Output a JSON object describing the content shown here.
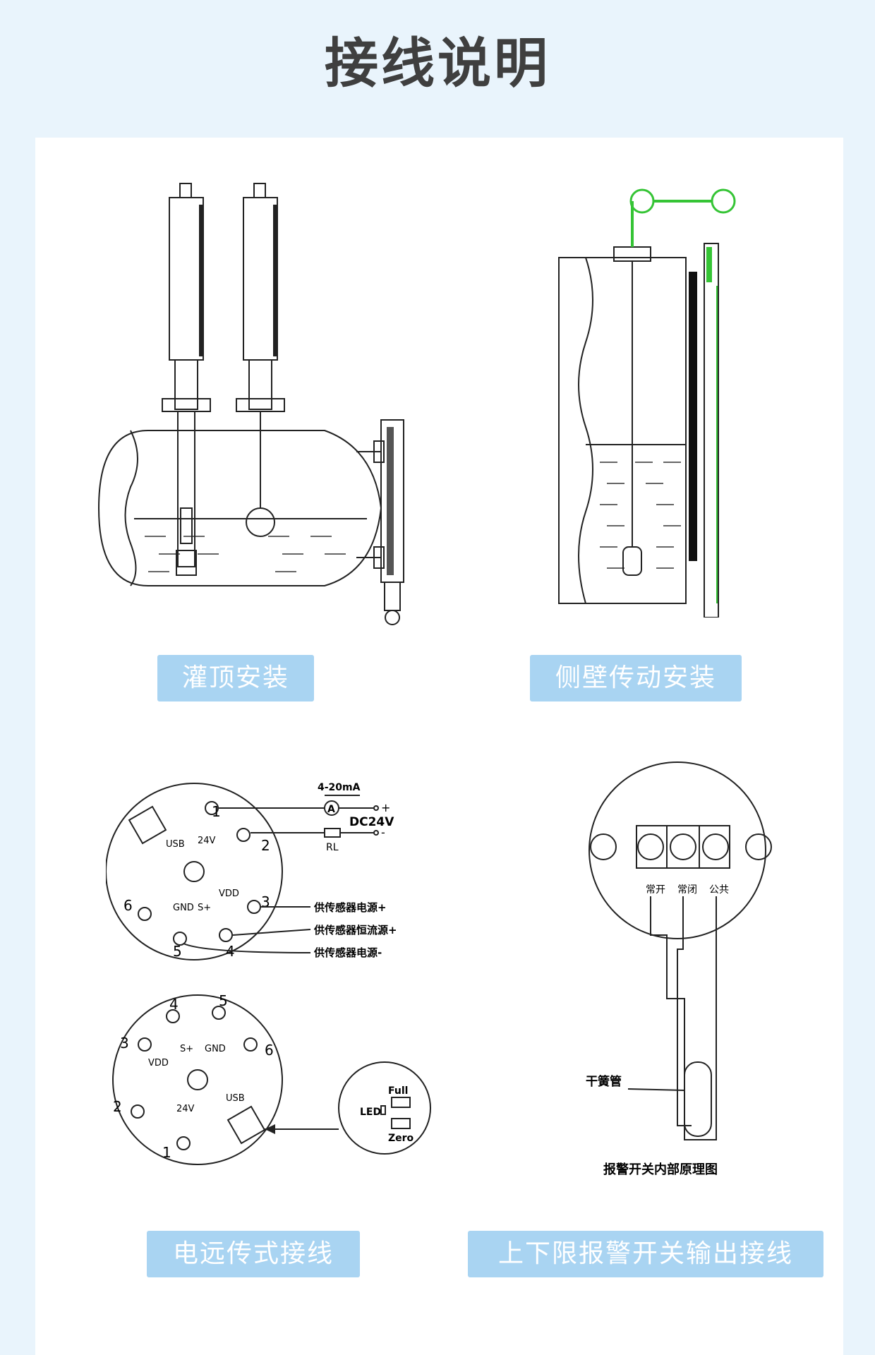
{
  "page": {
    "title": "接线说明"
  },
  "sections": {
    "tank_top": {
      "label": "灌顶安装"
    },
    "side_wall": {
      "label": "侧壁传动安装"
    },
    "remote": {
      "label": "电远传式接线",
      "current": "4-20mA",
      "meter": "A",
      "supply": "DC24V",
      "plus": "+",
      "minus": "-",
      "load": "RL",
      "sensor_plus": "供传感器电源+",
      "sensor_const": "供传感器恒流源+",
      "sensor_minus": "供传感器电源-",
      "t1": "1",
      "t2": "2",
      "t3": "3",
      "t4": "4",
      "t5": "5",
      "t6": "6",
      "usb": "USB",
      "v24": "24V",
      "vdd": "VDD",
      "s_plus": "S+",
      "gnd": "GND",
      "led": "LED",
      "full": "Full",
      "zero": "Zero"
    },
    "alarm": {
      "label": "上下限报警开关输出接线",
      "no": "常开",
      "nc": "常闭",
      "com": "公共",
      "reed": "干簧管",
      "caption": "报警开关内部原理图"
    }
  },
  "colors": {
    "background": "#e9f4fc",
    "label_bg": "#a9d4f2",
    "title": "#3f3f3f",
    "accent_green": "#35c435"
  }
}
